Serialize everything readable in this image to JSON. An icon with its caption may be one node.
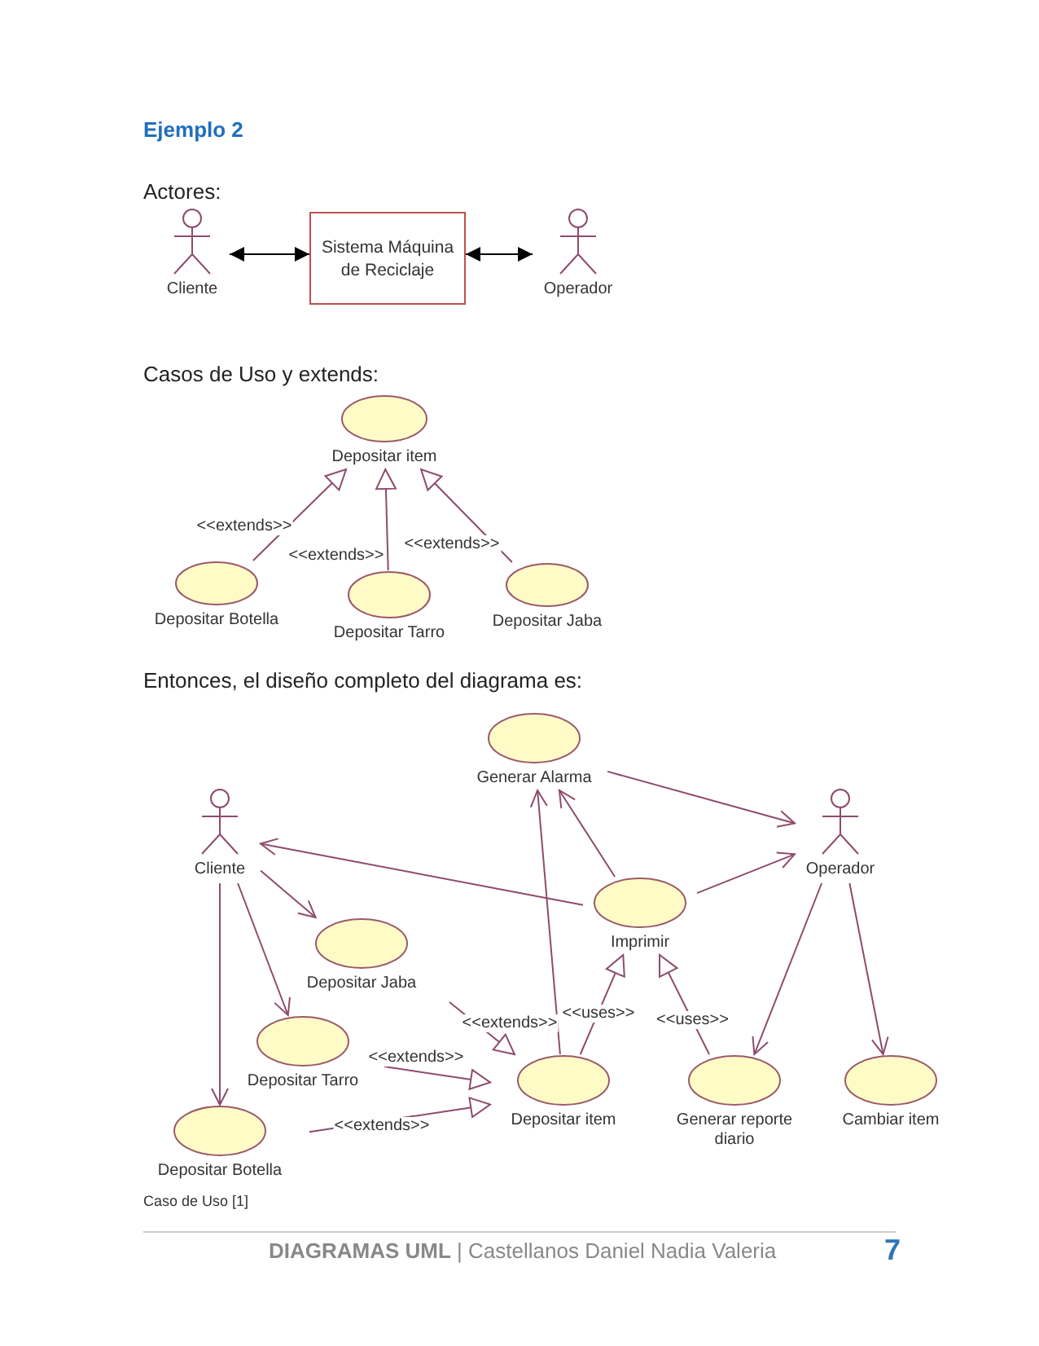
{
  "diagram": {
    "title": "Ejemplo 2",
    "nodes": [
      {
        "text": [
          "Cliente"
        ]
      },
      {
        "text": [
          "Sistema Máquina de Reciclaje"
        ]
      },
      {
        "text": [
          "Operador"
        ]
      },
      {
        "text": [
          "Depositar item"
        ]
      },
      {
        "text": [
          "Depositar Botella"
        ]
      },
      {
        "text": [
          "Depositar Tarro"
        ]
      },
      {
        "text": [
          "Depositar Jaba"
        ]
      },
      {
        "text": [
          "Generar Alarma"
        ]
      },
      {
        "text": [
          "Cliente"
        ]
      },
      {
        "text": [
          "Operador"
        ]
      },
      {
        "text": [
          "Imprimir"
        ]
      },
      {
        "text": [
          "Depositar Jaba"
        ]
      },
      {
        "text": [
          "Depositar Tarro"
        ]
      },
      {
        "text": [
          "Depositar item"
        ]
      },
      {
        "text": [
          "Generar reporte diario"
        ]
      },
      {
        "text": [
          "Cambiar item"
        ]
      },
      {
        "text": [
          "Depositar Botella"
        ]
      }
    ],
    "edges": [
      {
        "from": 0,
        "to": 1,
        "arrow": "both",
        "color": "#000000"
      },
      {
        "from": 1,
        "to": 2,
        "arrow": "both",
        "color": "#000000"
      },
      {
        "from": 4,
        "to": 3,
        "arrow": "to",
        "label": "<<extends>>"
      },
      {
        "from": 5,
        "to": 3,
        "arrow": "to",
        "label": "<<extends>>"
      },
      {
        "from": 6,
        "to": 3,
        "arrow": "to",
        "label": "<<extends>>"
      },
      {
        "from": 7,
        "to": 9,
        "arrow": "to"
      },
      {
        "from": 10,
        "to": 8,
        "arrow": "to"
      },
      {
        "from": 10,
        "to": 7,
        "arrow": "to"
      },
      {
        "from": 10,
        "to": 9,
        "arrow": "to"
      },
      {
        "from": 8,
        "to": 11,
        "arrow": "to"
      },
      {
        "from": 8,
        "to": 12,
        "arrow": "to"
      },
      {
        "from": 8,
        "to": 16,
        "arrow": "to"
      },
      {
        "from": 13,
        "to": 7,
        "arrow": "to"
      },
      {
        "from": 9,
        "to": 14,
        "arrow": "to"
      },
      {
        "from": 9,
        "to": 15,
        "arrow": "to"
      },
      {
        "from": 13,
        "to": 10,
        "arrow": "to",
        "label": "<<uses>>"
      },
      {
        "from": 14,
        "to": 10,
        "arrow": "to",
        "label": "<<uses>>"
      },
      {
        "from": null,
        "to": 13,
        "arrow": "to",
        "label": "<<extends>>"
      },
      {
        "from": 12,
        "to": 13,
        "arrow": "to",
        "label": "<<extends>>"
      },
      {
        "from": 16,
        "to": 13,
        "arrow": "to",
        "label": "<<extends>>"
      }
    ],
    "labels": [
      "Actores:",
      "Casos de Uso y extends:",
      "Entonces, el diseño completo del diagrama es:",
      "Caso de Uso [1]",
      "**DIAGRAMAS UML** | Castellanos Daniel Nadia Valeria",
      "7"
    ]
  }
}
